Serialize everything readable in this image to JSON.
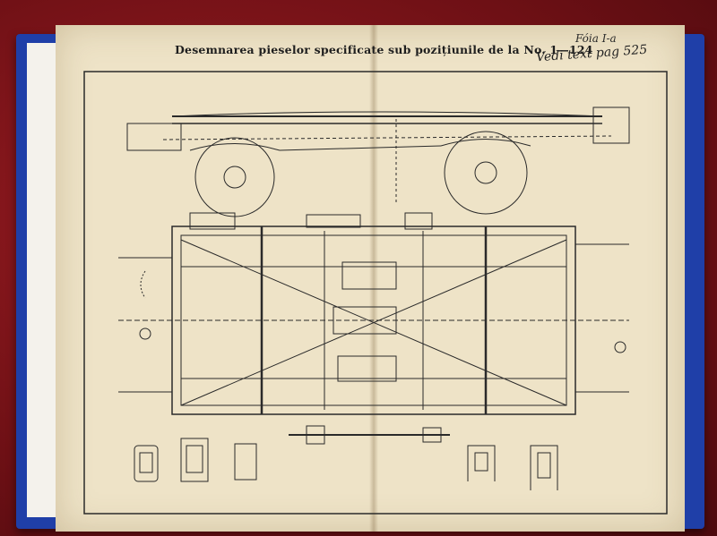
{
  "document": {
    "title": "Desemnarea pieselor specificate sub pozițiunile de la No. 1—124",
    "sheet_label": "Fóia I-a",
    "handwritten_note": "Vedi text pag 525"
  },
  "colors": {
    "background": "#7a1418",
    "cover": "#1f3fa8",
    "paper": "#eee3c7",
    "ink": "#2a2a2a"
  }
}
